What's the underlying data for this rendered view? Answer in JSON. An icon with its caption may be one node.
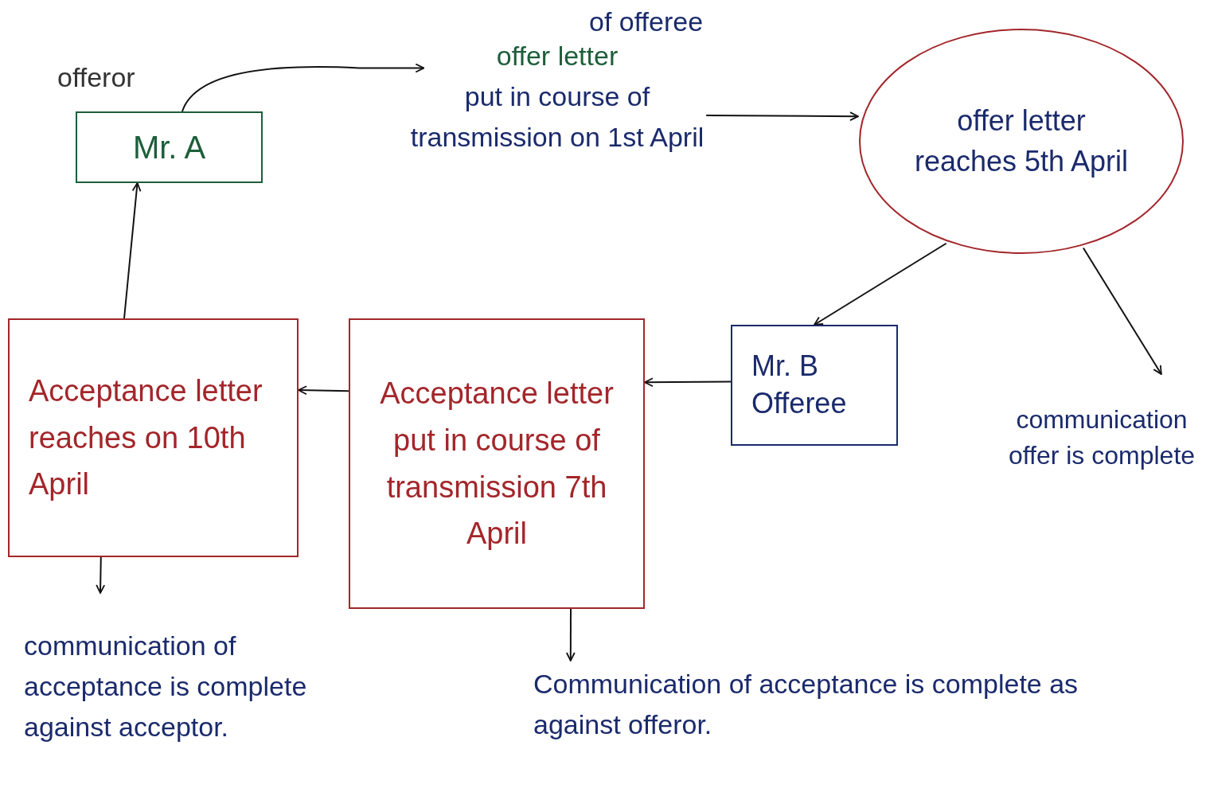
{
  "diagram": {
    "nodes": [
      {
        "text": [
          "Mr. A"
        ],
        "beside": [
          "offeror"
        ]
      },
      {
        "text": [
          "offer letter",
          "put in course of transmission on 1st April"
        ]
      },
      {
        "text": [
          "offer letter reaches 5th April"
        ]
      },
      {
        "text": [
          "Mr. B",
          "Offeree"
        ]
      },
      {
        "text": [
          "communication offer is complete"
        ]
      },
      {
        "text": [
          "Acceptance letter put in course of transmission 7th April"
        ]
      },
      {
        "text": [
          "Acceptance letter reaches on 10th April"
        ]
      },
      {
        "text": [
          "communication of acceptance is complete against acceptor."
        ]
      },
      {
        "text": [
          "Communication of acceptance is complete as against offeror."
        ]
      }
    ],
    "edges": [
      {
        "from": 0,
        "to": 1,
        "arrow": "to"
      },
      {
        "from": 1,
        "to": 2,
        "arrow": "to"
      },
      {
        "from": 2,
        "to": 3,
        "arrow": "to"
      },
      {
        "from": 2,
        "to": 4,
        "arrow": "to"
      },
      {
        "from": 3,
        "to": 5,
        "arrow": "to"
      },
      {
        "from": 5,
        "to": 6,
        "arrow": "to"
      },
      {
        "from": 6,
        "to": 0,
        "arrow": "to"
      },
      {
        "from": 6,
        "to": 7,
        "arrow": "to"
      },
      {
        "from": 5,
        "to": 8,
        "arrow": "to"
      }
    ],
    "labels": [
      "of offeree"
    ]
  }
}
